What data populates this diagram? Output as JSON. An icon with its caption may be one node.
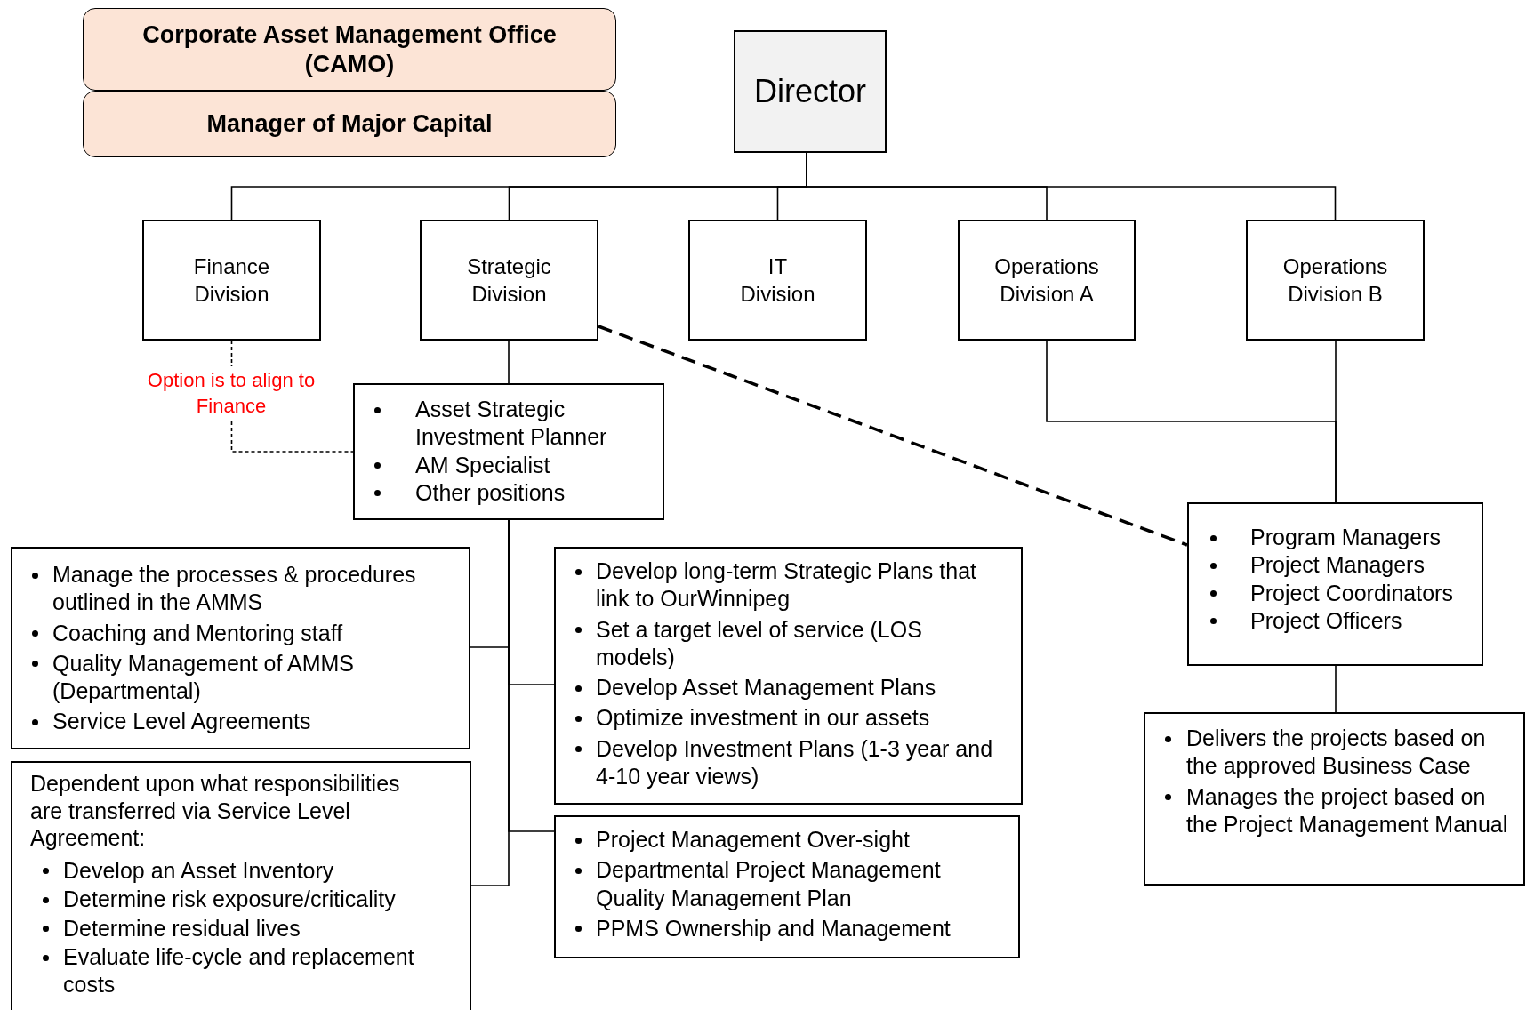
{
  "diagram": {
    "nodes": [
      {
        "text": [
          "Corporate Asset Management Office (CAMO)"
        ]
      },
      {
        "text": [
          "Manager of Major Capital"
        ]
      },
      {
        "text": [
          "Director"
        ]
      },
      {
        "text": [
          "Finance Division"
        ]
      },
      {
        "text": [
          "Strategic Division"
        ]
      },
      {
        "text": [
          "IT Division"
        ]
      },
      {
        "text": [
          "Operations Division A"
        ]
      },
      {
        "text": [
          "Operations Division B"
        ]
      },
      {
        "text": [
          "Asset Strategic Investment Planner",
          "AM Specialist",
          "Other positions"
        ]
      },
      {
        "text": [
          "Manage the processes & procedures outlined in the AMMS",
          "Coaching and Mentoring staff",
          "Quality Management of AMMS (Departmental)",
          "Service Level Agreements"
        ]
      },
      {
        "text": [
          "Dependent upon what responsibilities are transferred via Service Level Agreement:",
          "Develop an Asset Inventory",
          "Determine risk exposure/criticality",
          "Determine residual lives",
          "Evaluate life-cycle and replacement costs"
        ]
      },
      {
        "text": [
          "Develop long-term Strategic Plans that link to OurWinnipeg",
          "Set a target level of service (LOS models)",
          "Develop Asset Management Plans",
          "Optimize investment in our assets",
          "Develop Investment Plans (1-3 year and 4-10 year views)"
        ]
      },
      {
        "text": [
          "Project Management Over-sight",
          "Departmental Project Management Quality Management Plan",
          "PPMS Ownership and Management"
        ]
      },
      {
        "text": [
          "Program Managers",
          "Project Managers",
          "Project Coordinators",
          "Project Officers"
        ]
      },
      {
        "text": [
          "Delivers the projects based on the approved Business Case",
          "Manages the project based on the Project Management Manual"
        ]
      }
    ],
    "edges": [
      {
        "from": 2,
        "to": 3,
        "arrow": "none"
      },
      {
        "from": 2,
        "to": 4,
        "arrow": "none"
      },
      {
        "from": 2,
        "to": 5,
        "arrow": "none"
      },
      {
        "from": 2,
        "to": 6,
        "arrow": "none"
      },
      {
        "from": 2,
        "to": 7,
        "arrow": "none"
      },
      {
        "from": 3,
        "to": 8,
        "arrow": "none",
        "style": "dashed",
        "label": "Option is to align to Finance"
      },
      {
        "from": 4,
        "to": 8,
        "arrow": "none"
      },
      {
        "from": 4,
        "to": 13,
        "arrow": "none",
        "style": "dashed"
      },
      {
        "from": 8,
        "to": 9,
        "arrow": "none"
      },
      {
        "from": 8,
        "to": 10,
        "arrow": "none"
      },
      {
        "from": 8,
        "to": 11,
        "arrow": "none"
      },
      {
        "from": 8,
        "to": 12,
        "arrow": "none"
      },
      {
        "from": 6,
        "to": 13,
        "arrow": "none"
      },
      {
        "from": 7,
        "to": 13,
        "arrow": "none"
      },
      {
        "from": 13,
        "to": 14,
        "arrow": "none"
      }
    ]
  }
}
